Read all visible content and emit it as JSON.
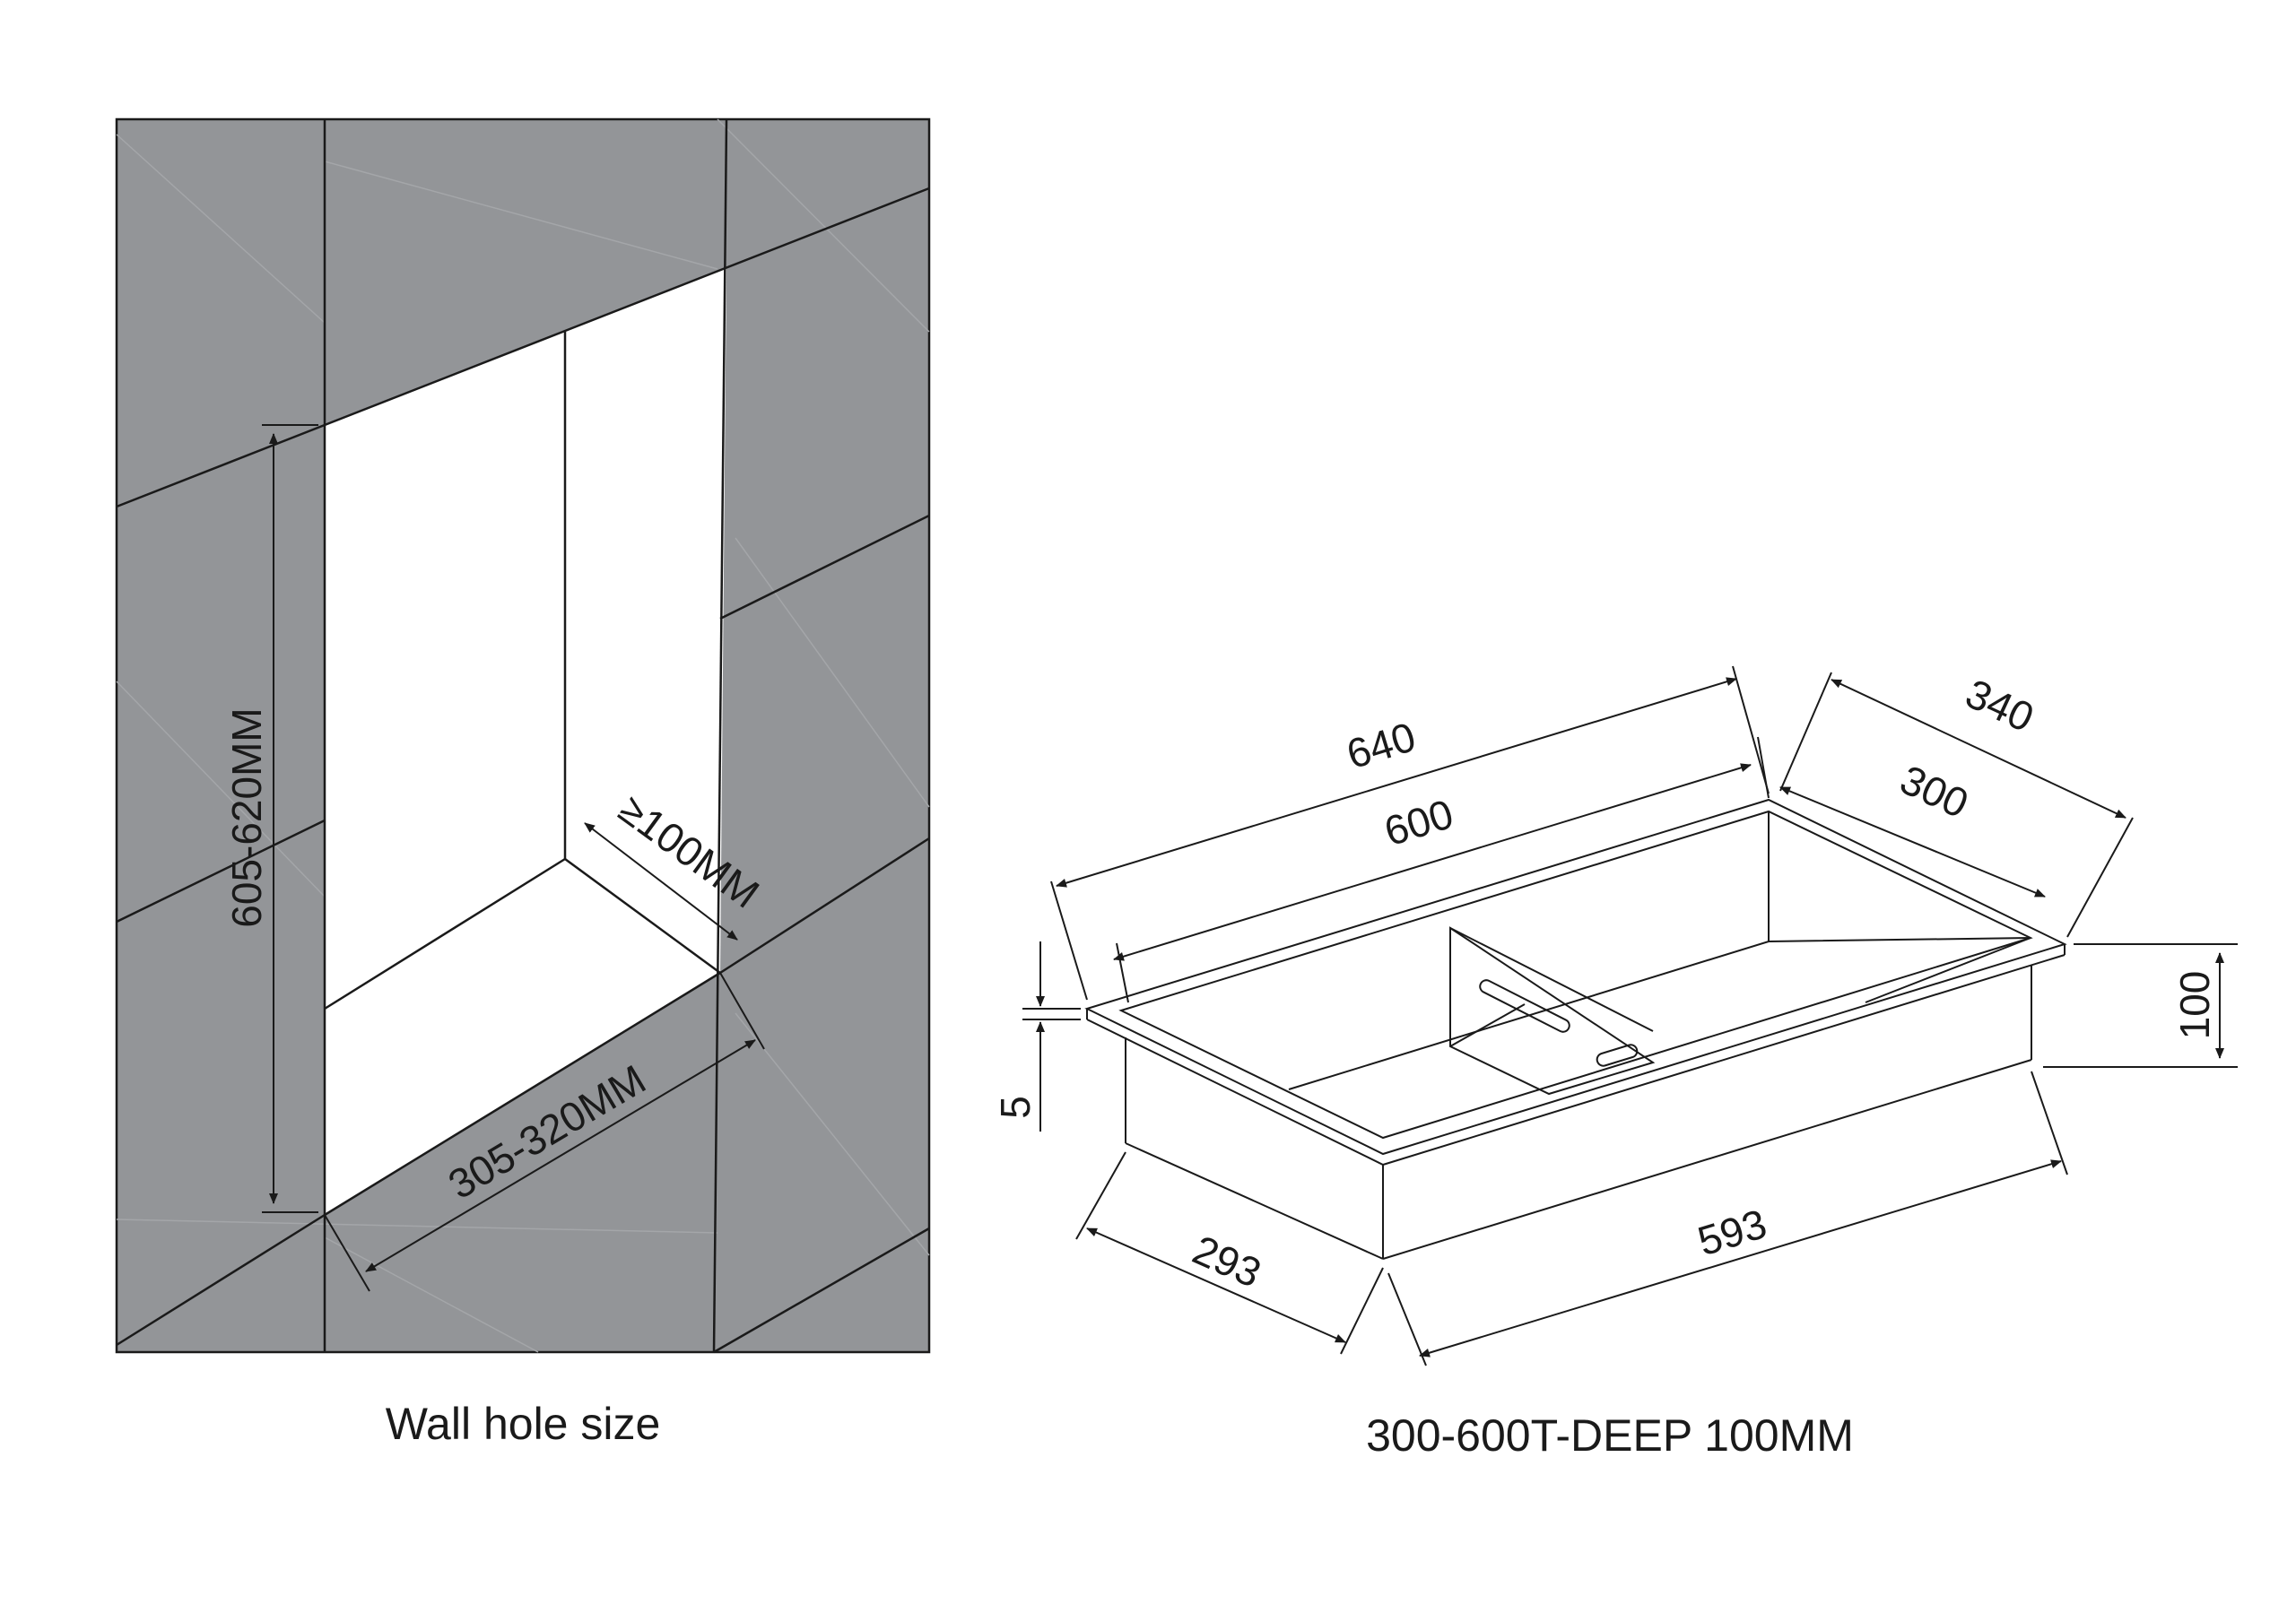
{
  "wall": {
    "height_label": "605-620MM",
    "depth_label": "≥100MM",
    "width_label": "305-320MM",
    "caption": "Wall hole size",
    "tile_color": "#939598"
  },
  "niche": {
    "length_outer": "640",
    "length_inner": "600",
    "width_outer": "340",
    "width_inner": "300",
    "depth": "100",
    "flange": "5",
    "base_length": "593",
    "base_width": "293",
    "caption": "300-600T-DEEP 100MM"
  }
}
